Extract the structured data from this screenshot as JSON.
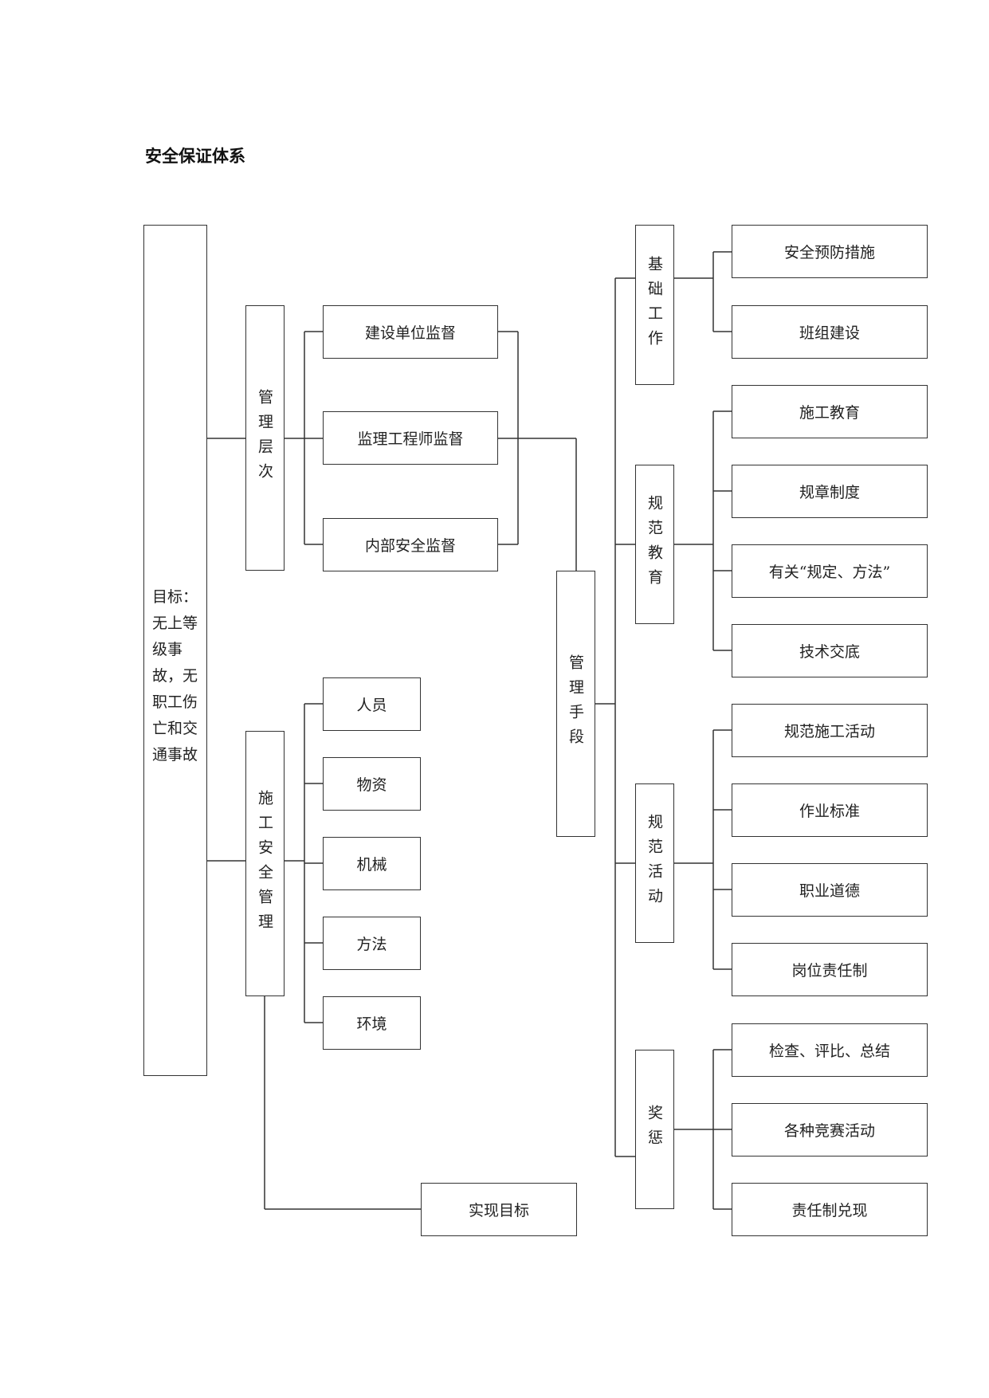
{
  "title": "安全保证体系",
  "goal": "目标：无上等级事故，无职工伤亡和交通事故",
  "levels_label": "管理层次",
  "levels": [
    "建设单位监督",
    "监理工程师监督",
    "内部安全监督"
  ],
  "construction_label": "施工安全管理",
  "construction_items": [
    "人员",
    "物资",
    "机械",
    "方法",
    "环境"
  ],
  "means_label": "管理手段",
  "result": "实现目标",
  "groups": [
    {
      "label": "基础工作",
      "items": [
        "安全预防措施",
        "班组建设"
      ]
    },
    {
      "label": "规范教育",
      "items": [
        "施工教育",
        "规章制度",
        "有关“规定、方法”",
        "技术交底"
      ]
    },
    {
      "label": "规范活动",
      "items": [
        "规范施工活动",
        "作业标准",
        "职业道德",
        "岗位责任制"
      ]
    },
    {
      "label": "奖惩",
      "items": [
        "检查、评比、总结",
        "各种竞赛活动",
        "责任制兑现"
      ]
    }
  ]
}
